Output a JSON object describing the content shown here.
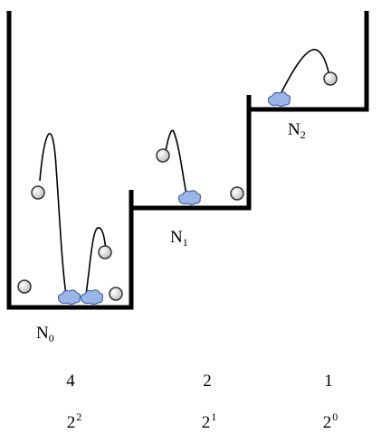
{
  "levels": [
    {
      "name": "N",
      "subscript": "0",
      "count": "4",
      "power_base": "2",
      "power_exp": "2"
    },
    {
      "name": "N",
      "subscript": "1",
      "count": "2",
      "power_base": "2",
      "power_exp": "1"
    },
    {
      "name": "N",
      "subscript": "2",
      "count": "1",
      "power_base": "2",
      "power_exp": "0"
    }
  ],
  "colors": {
    "wall": "#000000",
    "ball_fill": "#d8d8d8",
    "ball_stroke": "#333333",
    "splash_fill": "#9bb6e6",
    "splash_stroke": "#3a5aa8"
  }
}
